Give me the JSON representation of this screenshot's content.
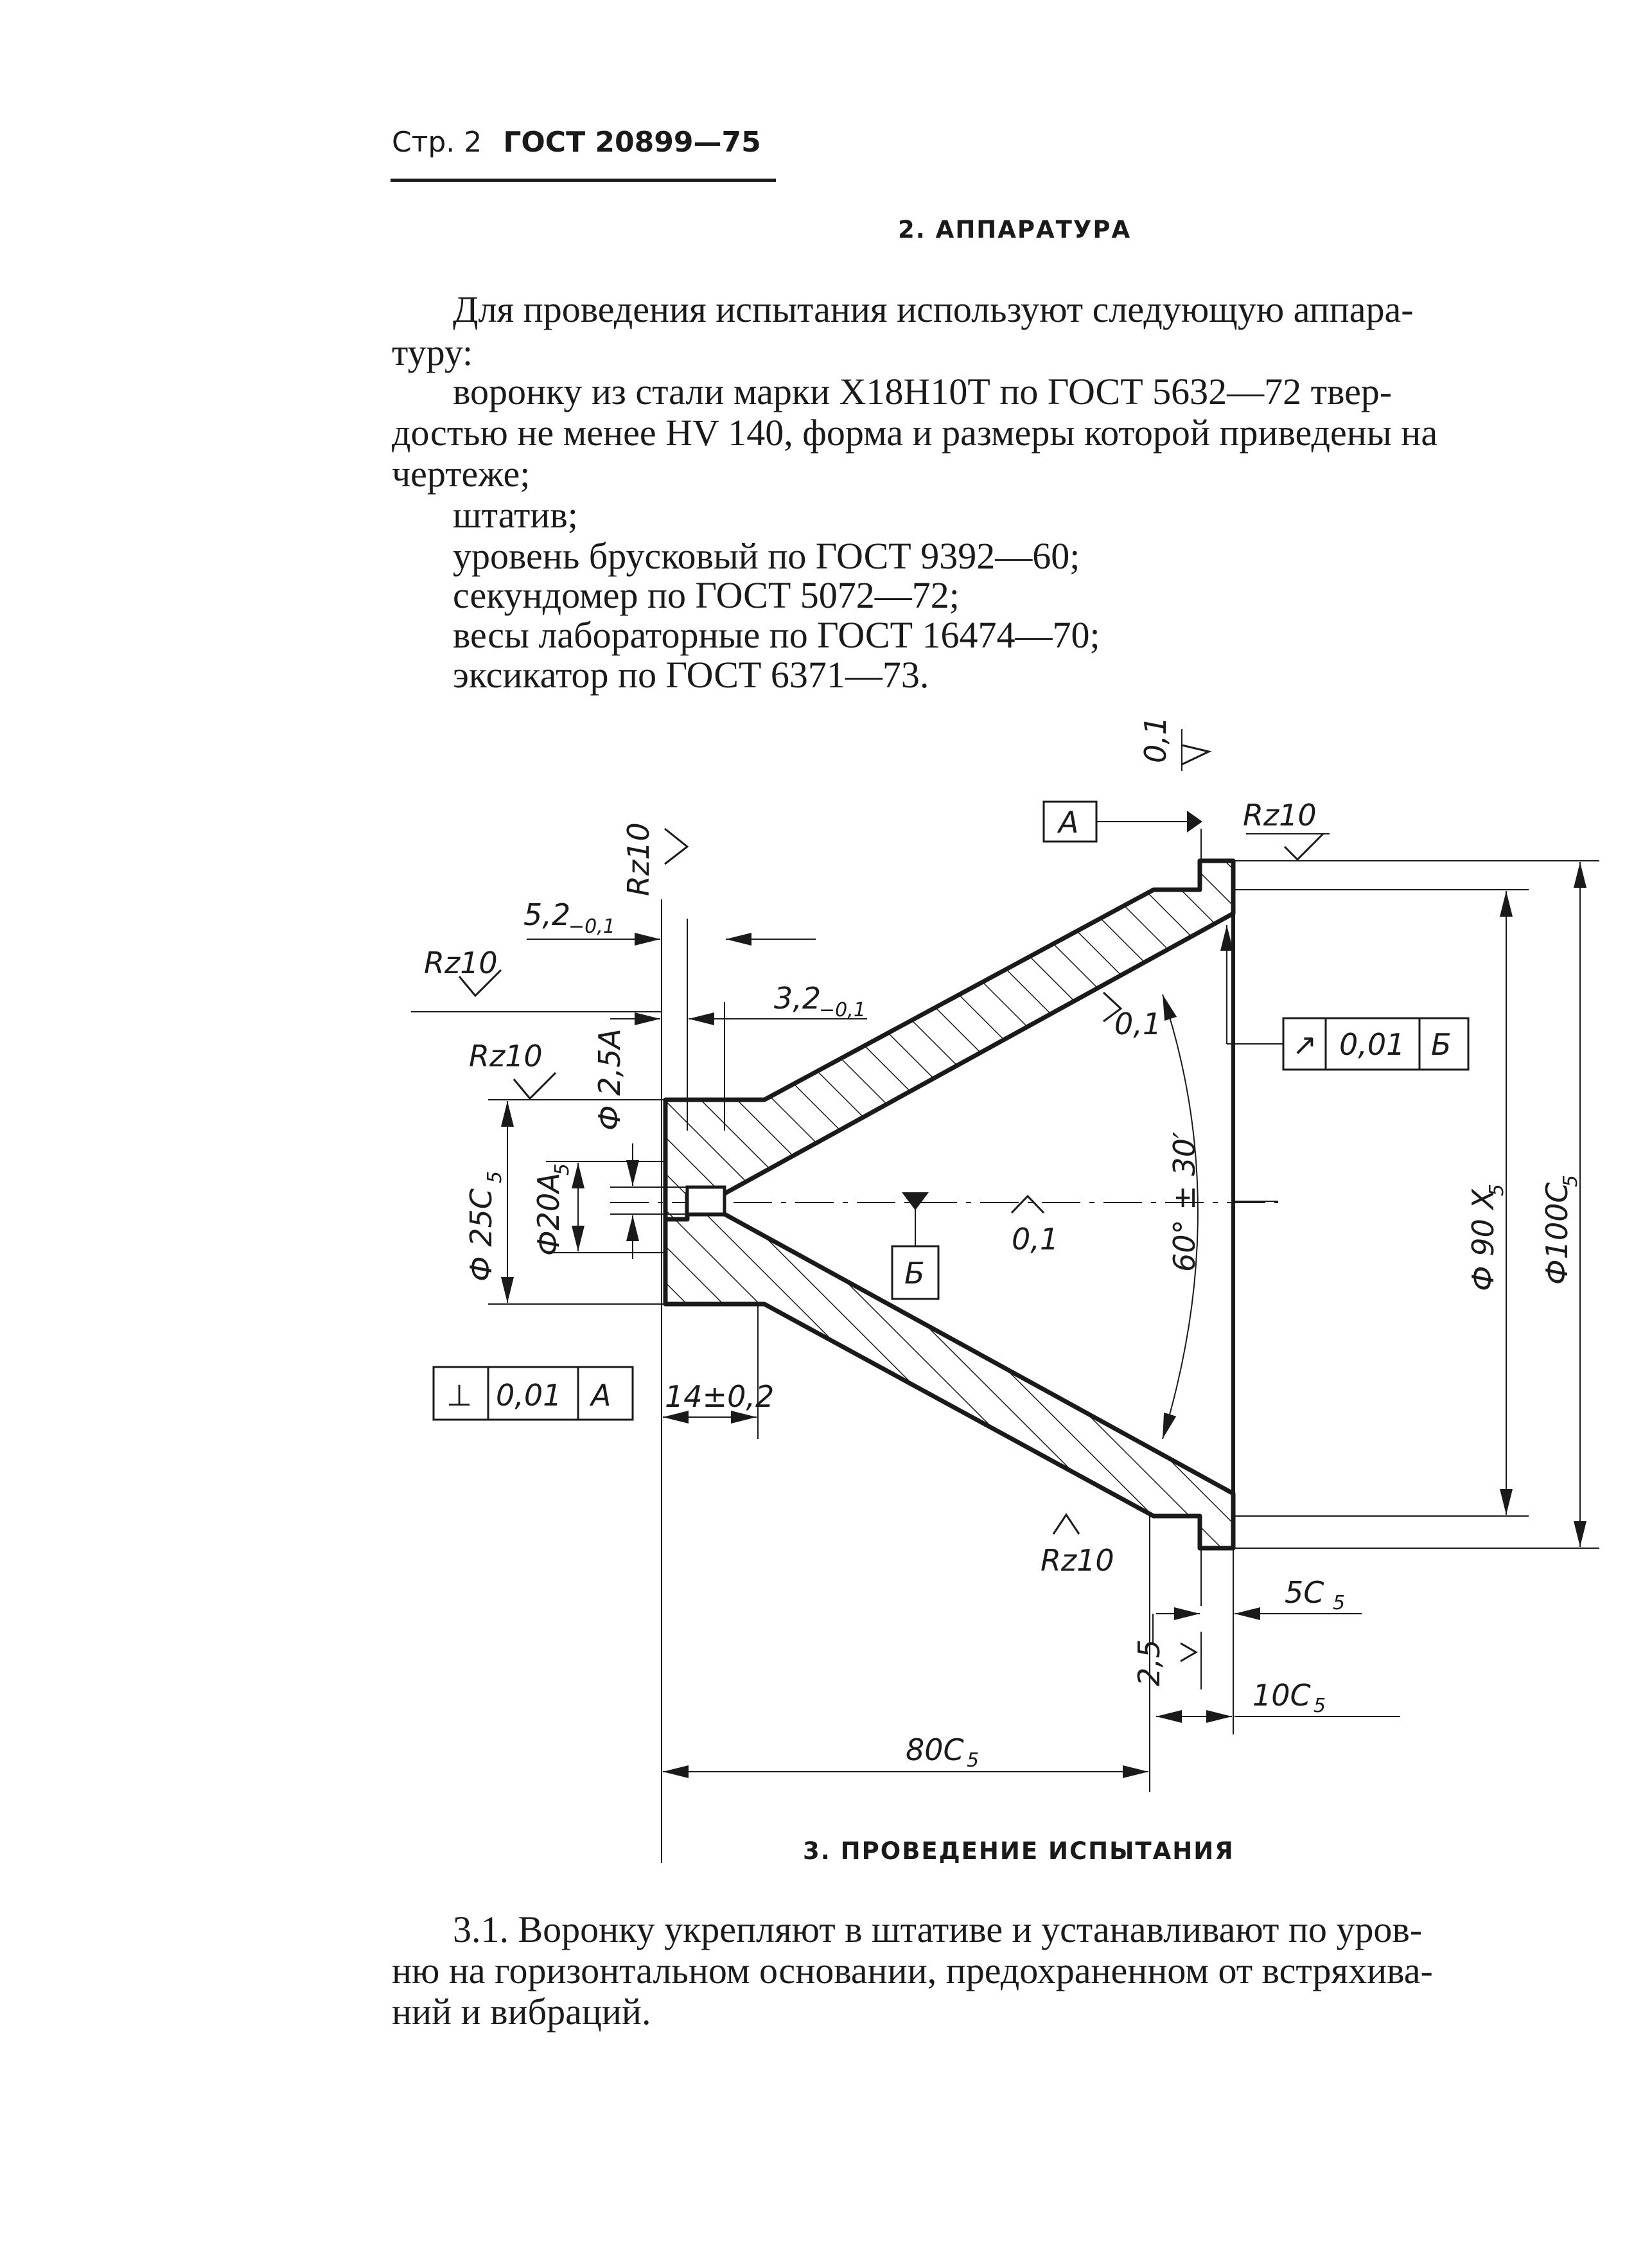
{
  "header": {
    "page": "Стр. 2",
    "standard": "ГОСТ 20899—75"
  },
  "section2": {
    "title": "2. АППАРАТУРА",
    "lines": [
      "Для проведения испытания используют  следующую  аппара-",
      "туру:",
      "воронку из стали марки  Х18Н10Т  по  ГОСТ  5632—72  твер-",
      "достью не менее HV 140, форма и размеры которой приведены на",
      "чертеже;",
      "штатив;",
      "уровень брусковый по ГОСТ 9392—60;",
      "секундомер по ГОСТ 5072—72;",
      "весы лабораторные по ГОСТ 16474—70;",
      "эксикатор по ГОСТ 6371—73."
    ]
  },
  "drawing": {
    "flatness_top": "0,1",
    "datum_a": "А",
    "datum_b": "Б",
    "rz_top_right": "Rz10",
    "rz_top_left": "Rz10",
    "rz_left_outer": "Rz10",
    "rz_left_inner": "Rz10",
    "rz_bottom": "Rz10",
    "dim_52": "5,2",
    "dim_52_tol": "−0,1",
    "dim_32": "3,2",
    "dim_32_tol": "−0,1",
    "dia_25a": "Ф 2,5А",
    "dia_25c5": "Ф 25С",
    "dia_25c5_sub": "5",
    "dia_20a5": "Ф20А",
    "dia_20a5_sub": "5",
    "dia_90x5": "Ф 90 Х",
    "dia_90x5_sub": "5",
    "dia_100c5": "Ф100С",
    "dia_100c5_sub": "5",
    "angle": "60° ± 30′",
    "cone_surface": "0,1",
    "axis_surface": "0,1",
    "runout_frame": [
      "↗",
      "0,01",
      "Б"
    ],
    "perp_frame": [
      "⊥",
      "0,01",
      "А"
    ],
    "dim_14": "14±0,2",
    "dim_5c5": "5С",
    "dim_5c5_sub": "5",
    "dim_25": "2,5",
    "dim_10c5": "10С",
    "dim_10c5_sub": "5",
    "dim_80c5": "80С",
    "dim_80c5_sub": "5"
  },
  "section3": {
    "title": "3. ПРОВЕДЕНИЕ ИСПЫТАНИЯ",
    "lines": [
      "3.1. Воронку укрепляют в штативе и устанавливают по уров-",
      "ню на горизонтальном основании, предохраненном от встряхива-",
      "ний и вибраций."
    ]
  }
}
